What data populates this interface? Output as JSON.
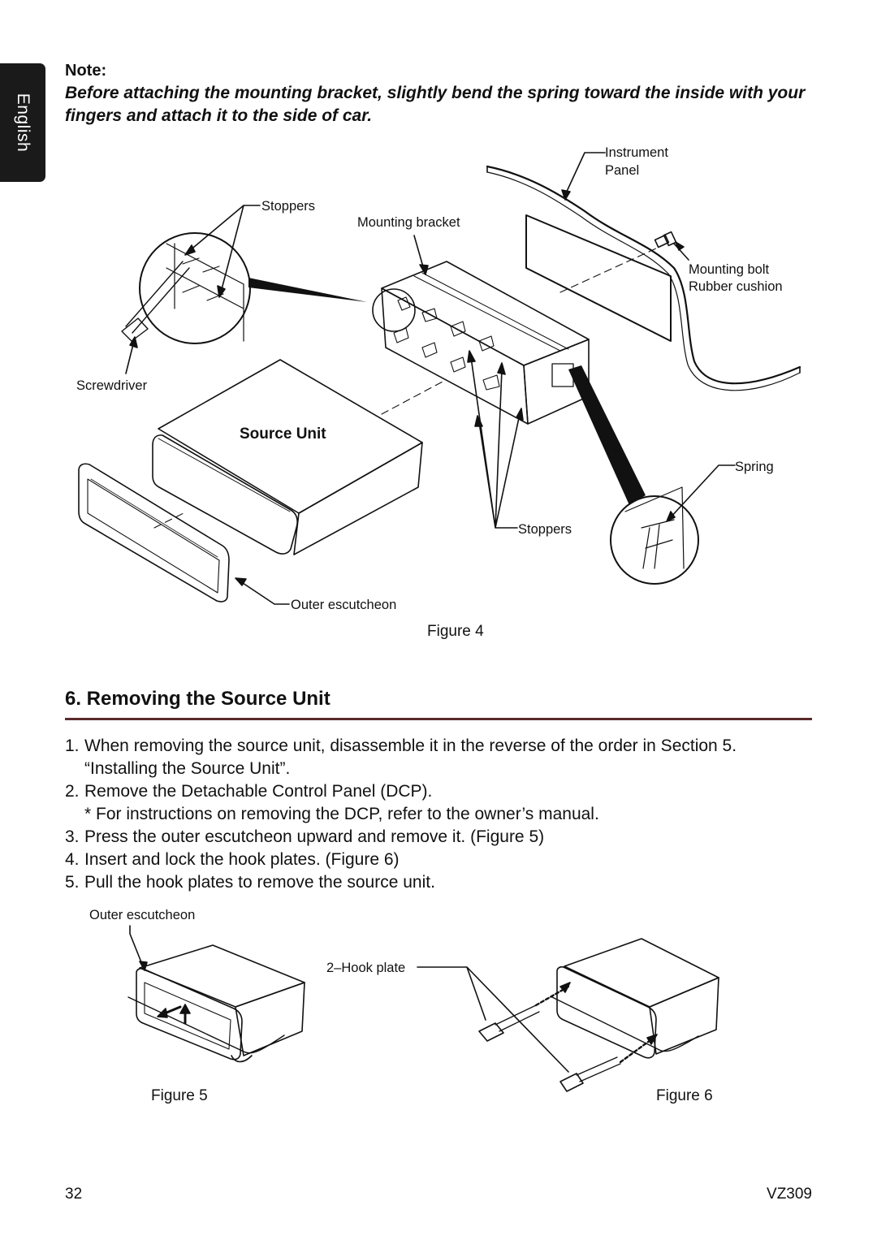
{
  "side_tab": {
    "label": "English"
  },
  "note": {
    "heading": "Note:",
    "text_line1": "Before attaching the mounting bracket, slightly bend the spring toward the inside with your",
    "text_line2": "fingers and attach it to the side of car."
  },
  "figure4": {
    "labels": {
      "instrument_panel_1": "Instrument",
      "instrument_panel_2": "Panel",
      "stoppers_top": "Stoppers",
      "mounting_bracket": "Mounting bracket",
      "mounting_bolt": "Mounting bolt",
      "rubber_cushion": "Rubber cushion",
      "screwdriver": "Screwdriver",
      "source_unit": "Source Unit",
      "spring": "Spring",
      "stoppers_bottom": "Stoppers",
      "outer_escutcheon": "Outer escutcheon"
    },
    "caption": "Figure 4"
  },
  "section": {
    "title": "6. Removing the Source Unit",
    "steps": [
      {
        "num": "1.",
        "text": "When removing the source unit, disassemble it in the reverse of the order in Section 5."
      },
      {
        "num": "",
        "text": "“Installing the Source Unit”."
      },
      {
        "num": "2.",
        "text": "Remove the Detachable Control Panel (DCP)."
      },
      {
        "num": "",
        "text": "* For instructions on removing the DCP, refer to the owner’s manual."
      },
      {
        "num": "3.",
        "text": "Press the outer escutcheon upward and remove it. (Figure 5)"
      },
      {
        "num": "4.",
        "text": "Insert and lock the hook plates. (Figure 6)"
      },
      {
        "num": "5.",
        "text": "Pull the hook plates to remove the source unit."
      }
    ]
  },
  "figure5": {
    "label_outer_escutcheon": "Outer escutcheon",
    "caption": "Figure 5"
  },
  "figure6": {
    "label_hook_plate": "2–Hook plate",
    "caption": "Figure 6"
  },
  "footer": {
    "page_number": "32",
    "model": "VZ309"
  }
}
